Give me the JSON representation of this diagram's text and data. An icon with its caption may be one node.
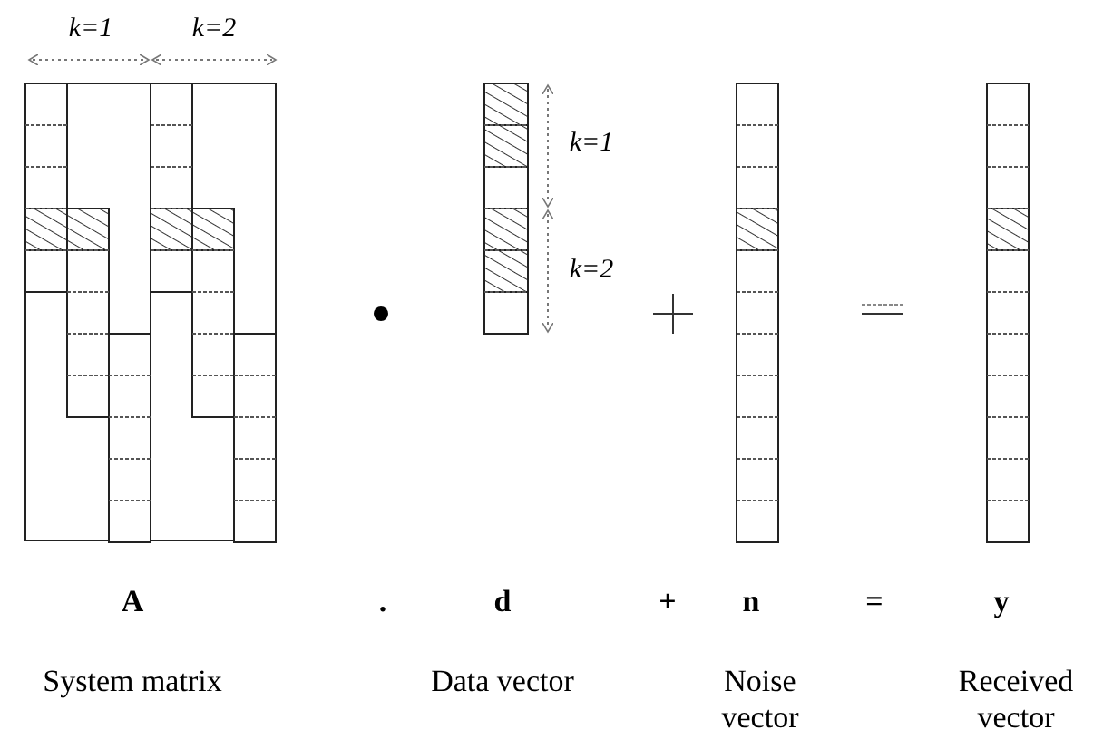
{
  "diagram": {
    "labels": [
      "k=1",
      "k=2",
      "k=1",
      "k=2",
      "A",
      ".",
      "d",
      "+",
      "n",
      "=",
      "y",
      "System matrix",
      "Data vector",
      "Noise vector",
      "Received vector"
    ]
  }
}
